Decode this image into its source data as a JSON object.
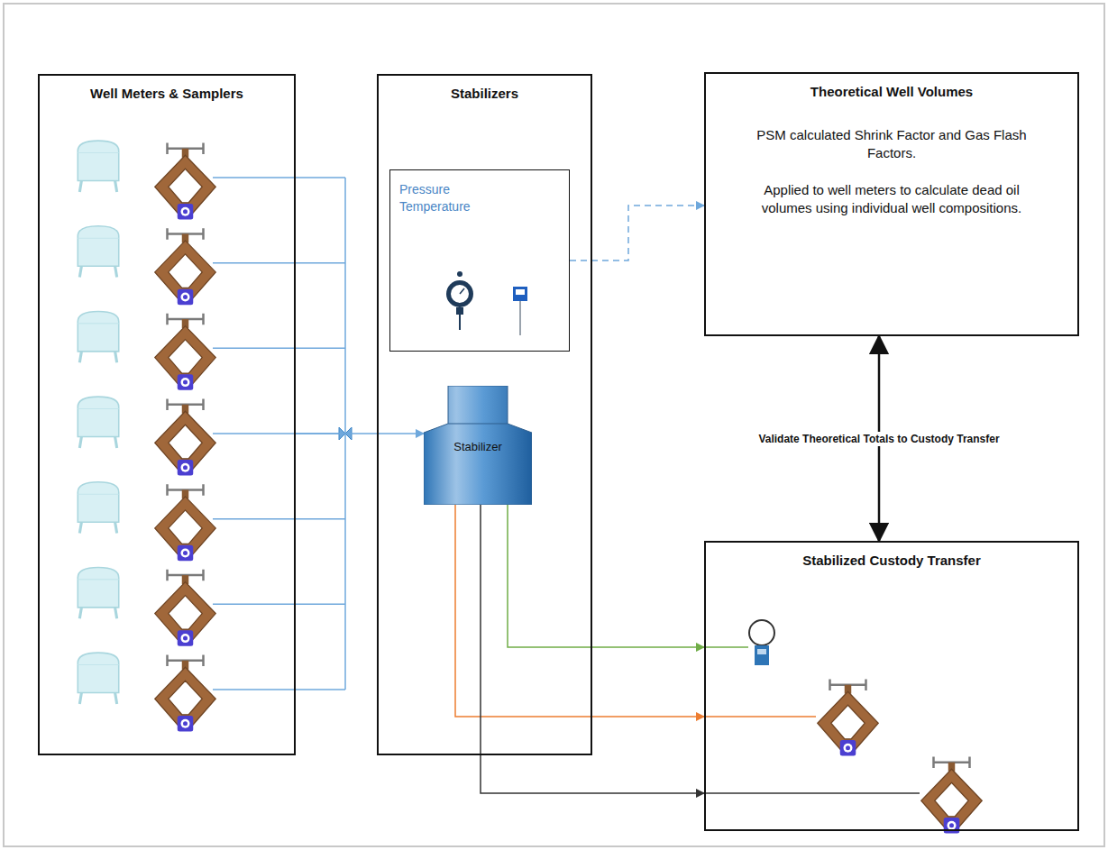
{
  "diagram": {
    "nodes": [
      {
        "text": [
          "Well Meters & Samplers"
        ]
      },
      {
        "text": [
          "Stabilizers"
        ]
      },
      {
        "text": [
          "Pressure Temperature"
        ],
        "in": 1
      },
      {
        "text": [
          "Stabilizer"
        ],
        "in": 1
      },
      {
        "text": [
          "Theoretical Well Volumes",
          "PSM calculated Shrink Factor and Gas Flash Factors.",
          "Applied to well meters to calculate dead oil volumes using individual well compositions."
        ]
      },
      {
        "text": [
          "Stabilized Custody Transfer"
        ]
      }
    ],
    "edges": [
      {
        "from": 0,
        "to": 3,
        "arrow": "to"
      },
      {
        "from": 2,
        "to": 4,
        "arrow": "to"
      },
      {
        "from": 4,
        "to": 5,
        "label": "Validate Theoretical Totals to Custody Transfer",
        "arrow": "both"
      },
      {
        "from": 3,
        "to": 5,
        "arrow": "to"
      },
      {
        "from": 3,
        "to": 5,
        "arrow": "to"
      },
      {
        "from": 3,
        "to": 5,
        "arrow": "to"
      }
    ]
  }
}
